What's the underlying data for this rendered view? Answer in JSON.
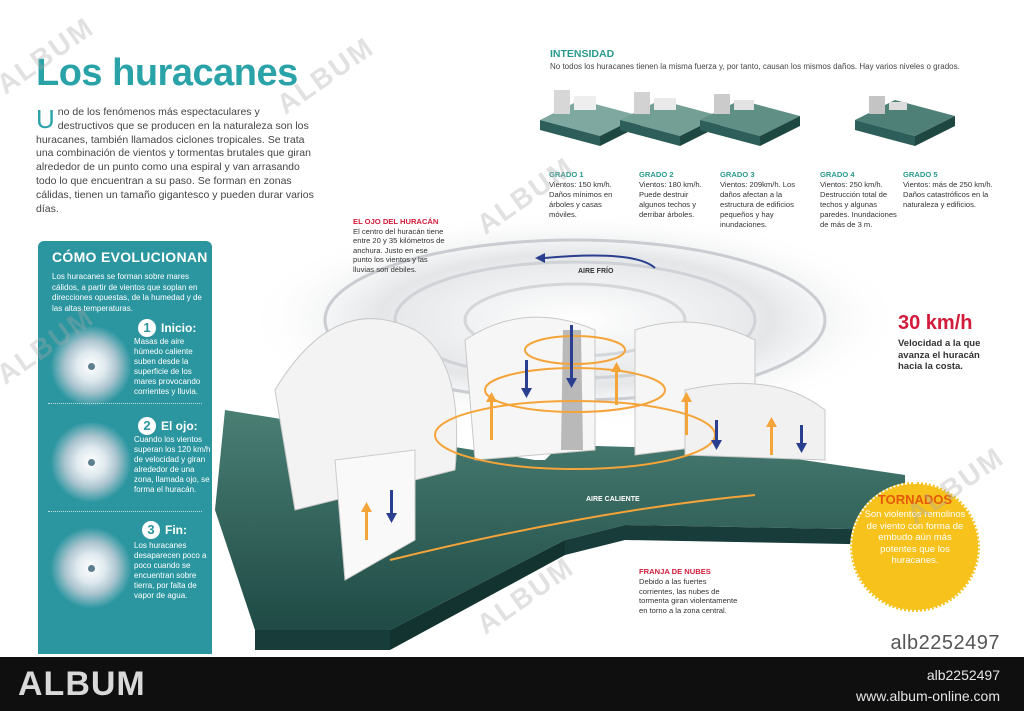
{
  "title": "Los huracanes",
  "intro": {
    "dropcap": "U",
    "text": "no de los fenómenos más espectaculares y destructivos que se producen en la naturaleza son los huracanes, también llamados ciclones tropicales. Se trata una combinación de vientos y tormentas brutales que giran alrededor de un punto como una espiral y van arrasando todo lo que encuentran a su paso. Se forman en zonas cálidas, tienen un tamaño gigantesco y pueden durar varios días."
  },
  "sidebar": {
    "title": "CÓMO EVOLUCIONAN",
    "intro": "Los huracanes se forman sobre mares cálidos, a partir de vientos que soplan en direcciones opuestas, de la humedad y de las altas temperaturas.",
    "stages": [
      {
        "num": "1",
        "label": "Inicio:",
        "text": "Masas de aire húmedo caliente suben desde la superficie de los mares provocando corrientes y lluvia."
      },
      {
        "num": "2",
        "label": "El ojo:",
        "text": "Cuando los vientos superan los 120 km/h de velocidad y giran alrededor de una zona, llamada ojo, se forma el huracán."
      },
      {
        "num": "3",
        "label": "Fin:",
        "text": "Los huracanes desaparecen poco a poco cuando se encuentran sobre tierra, por falta de vapor de agua."
      }
    ]
  },
  "intensity": {
    "title": "INTENSIDAD",
    "subtitle": "No todos los huracanes tienen la misma fuerza y, por tanto, causan los mismos daños. Hay varios niveles o grados.",
    "grades": [
      {
        "name": "GRADO 1",
        "text": "Vientos: 150 km/h. Daños mínimos en árboles y casas móviles."
      },
      {
        "name": "GRADO 2",
        "text": "Vientos: 180 km/h. Puede destruir algunos techos y derribar árboles."
      },
      {
        "name": "GRADO 3",
        "text": "Vientos: 209km/h. Los daños afectan a la estructura de edificios pequeños y hay inundaciones."
      },
      {
        "name": "GRADO 4",
        "text": "Vientos: 250 km/h. Destrucción total de techos y algunas paredes. Inundaciones de más de 3 m."
      },
      {
        "name": "GRADO 5",
        "text": "Vientos: más de 250 km/h. Daños catastróficos en la naturaleza y edificios."
      }
    ]
  },
  "eye": {
    "title": "EL OJO DEL HURACÁN",
    "text": "El centro del huracán tiene entre 20 y 35 kilómetros de anchura. Justo en ese punto los vientos y las lluvias son débiles."
  },
  "labels": {
    "cold_air": "AIRE FRÍO",
    "hot_air": "AIRE CALIENTE"
  },
  "speed": {
    "value": "30 km/h",
    "text": "Velocidad a la que avanza el huracán hacia la costa."
  },
  "tornado": {
    "title": "TORNADOS",
    "text": "Son violentos remolinos de viento con forma de embudo aún más potentes que los huracanes."
  },
  "cloud_band": {
    "title": "FRANJA DE NUBES",
    "text": "Debido a las fuertes corrientes, las nubes de tormenta giran violentamente en torno a la zona central."
  },
  "watermark": {
    "text": "ALBUM",
    "id": "alb2252497"
  },
  "footer": {
    "logo": "ALBUM",
    "id": "alb2252497",
    "url": "www.album-online.com"
  },
  "colors": {
    "accent": "#2aa3a8",
    "red": "#d21c3b",
    "tornado": "#f7c21b",
    "arrow_hot": "#f5a43a",
    "arrow_cold": "#2a3f8f"
  }
}
